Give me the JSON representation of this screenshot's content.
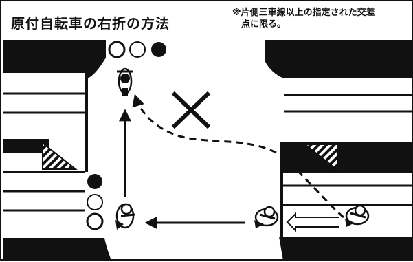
{
  "header": {
    "title": "原付自転車の右折の方法",
    "note_line1": "※片側三車線以上の指定された交差",
    "note_line2": "点に限る。"
  },
  "diagram": {
    "prohibited_mark": "×",
    "figures": [
      "moped-rider-waiting",
      "moped-rider-turning",
      "moped-rider-approaching",
      "moped-rider-exiting"
    ],
    "signals": [
      "traffic-light-top",
      "traffic-light-left"
    ],
    "colors": {
      "ink": "#111111",
      "paper": "#ffffff"
    }
  }
}
